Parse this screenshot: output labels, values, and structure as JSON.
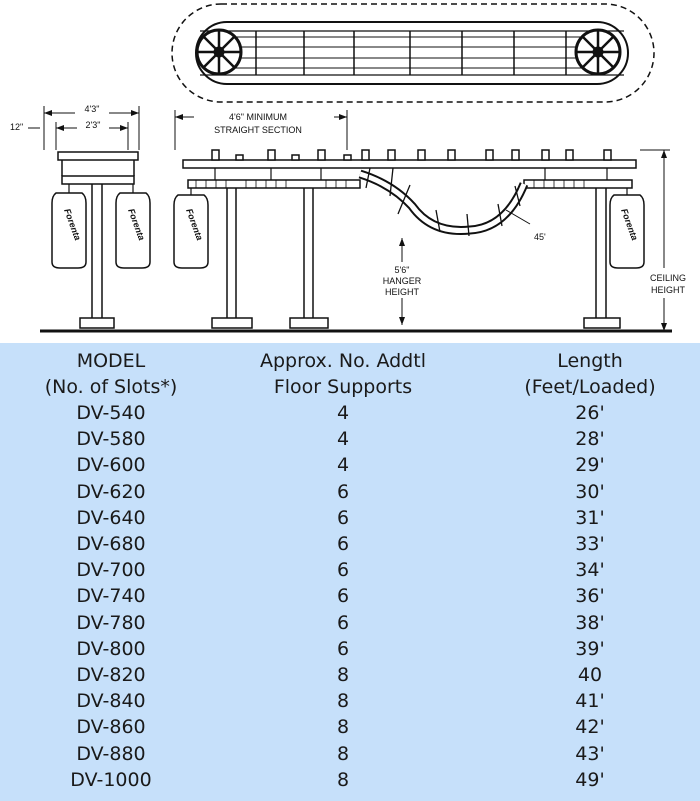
{
  "diagram": {
    "width_top": "4'3\"",
    "width_inner": "2'3\"",
    "top_offset": "12\"",
    "min_straight_label": "4'6\"  MINIMUM",
    "min_straight_label2": "STRAIGHT  SECTION",
    "angle": "45'",
    "hanger_label": [
      "5'6\"",
      "HANGER",
      "HEIGHT"
    ],
    "ceiling_label": [
      "CEILING",
      "HEIGHT"
    ],
    "bag_logo": "Forenta",
    "colors": {
      "ink": "#111111",
      "panel": "#c6e0fa"
    }
  },
  "table": {
    "headers": [
      [
        "MODEL",
        "(No. of Slots*)"
      ],
      [
        "Approx. No. Addtl",
        "Floor Supports"
      ],
      [
        "Length",
        "(Feet/Loaded)"
      ]
    ],
    "rows": [
      [
        "DV-540",
        "4",
        "26'"
      ],
      [
        "DV-580",
        "4",
        "28'"
      ],
      [
        "DV-600",
        "4",
        "29'"
      ],
      [
        "DV-620",
        "6",
        "30'"
      ],
      [
        "DV-640",
        "6",
        "31'"
      ],
      [
        "DV-680",
        "6",
        "33'"
      ],
      [
        "DV-700",
        "6",
        "34'"
      ],
      [
        "DV-740",
        "6",
        "36'"
      ],
      [
        "DV-780",
        "6",
        "38'"
      ],
      [
        "DV-800",
        "6",
        "39'"
      ],
      [
        "DV-820",
        "8",
        "40"
      ],
      [
        "DV-840",
        "8",
        "41'"
      ],
      [
        "DV-860",
        "8",
        "42'"
      ],
      [
        "DV-880",
        "8",
        "43'"
      ],
      [
        "DV-1000",
        "8",
        "49'"
      ]
    ]
  }
}
